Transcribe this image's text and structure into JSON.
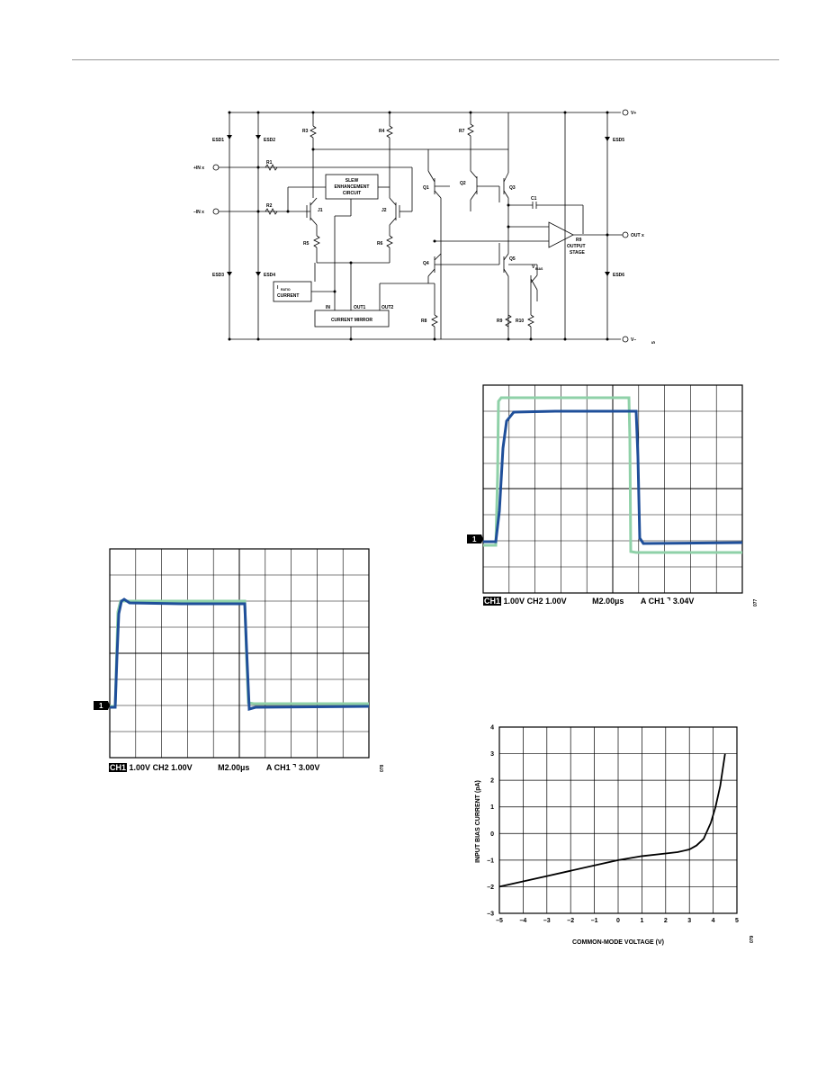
{
  "schematic": {
    "pins": {
      "vplus": "V+",
      "vminus": "V–",
      "inp": "+IN x",
      "inn": "–IN x",
      "out": "OUT x"
    },
    "blocks": {
      "slew": [
        "SLEW",
        "ENHANCEMENT",
        "CIRCUIT"
      ],
      "mirror": "CURRENT MIRROR",
      "output_stage": [
        "R9",
        "OUTPUT",
        "STAGE"
      ],
      "iratio": [
        "I",
        "RATIO",
        "CURRENT"
      ],
      "vbias": [
        "V",
        "BIAS"
      ]
    },
    "mirror_ports": [
      "IN",
      "OUT1",
      "OUT2"
    ],
    "labels": {
      "r1": "R1",
      "r2": "R2",
      "r3": "R3",
      "r4": "R4",
      "r5": "R5",
      "r6": "R6",
      "r7": "R7",
      "r8": "R8",
      "r9": "R9",
      "r10": "R10",
      "j1": "J1",
      "j2": "J2",
      "q1": "Q1",
      "q2": "Q2",
      "q3": "Q3",
      "q4": "Q4",
      "q5": "Q5",
      "c1": "C1",
      "esd1": "ESD1",
      "esd2": "ESD2",
      "esd3": "ESD3",
      "esd4": "ESD4",
      "esd5": "ESD5",
      "esd6": "ESD6"
    },
    "fig_tag": "5"
  },
  "scope_left": {
    "marker": "1",
    "caption": {
      "ch": "CH1",
      "ch1": "1.00V",
      "ch2_label": "CH2",
      "ch2": "1.00V",
      "time": "M2.00µs",
      "trig_mode": "A",
      "trig_ch": "CH1",
      "trig_level": "3.00V"
    },
    "fig_tag": "078"
  },
  "scope_right": {
    "marker": "1",
    "caption": {
      "ch": "CH1",
      "ch1": "1.00V",
      "ch2_label": "CH2",
      "ch2": "1.00V",
      "time": "M2.00µs",
      "trig_mode": "A",
      "trig_ch": "CH1",
      "trig_level": "3.04V"
    },
    "fig_tag": "077"
  },
  "chart_data": [
    {
      "type": "line",
      "xlabel": "COMMON-MODE VOLTAGE (V)",
      "ylabel": "INPUT BIAS CURRENT (pA)",
      "xlim": [
        -5,
        5
      ],
      "ylim": [
        -3,
        4
      ],
      "xticks": [
        "–5",
        "–4",
        "–3",
        "–2",
        "–1",
        "0",
        "1",
        "2",
        "3",
        "4",
        "5"
      ],
      "yticks": [
        "–3",
        "–2",
        "–1",
        "0",
        "1",
        "2",
        "3",
        "4"
      ],
      "grid": true,
      "series": [
        {
          "x": [
            -5,
            -4,
            -3,
            -2,
            -1,
            0,
            1,
            2,
            2.5,
            3,
            3.3,
            3.6,
            3.9,
            4.1,
            4.3,
            4.5
          ],
          "y": [
            -2.0,
            -1.8,
            -1.6,
            -1.4,
            -1.2,
            -1.0,
            -0.85,
            -0.75,
            -0.7,
            -0.6,
            -0.45,
            -0.2,
            0.4,
            1.0,
            1.8,
            3.0
          ]
        }
      ],
      "fig_tag": "079"
    }
  ]
}
